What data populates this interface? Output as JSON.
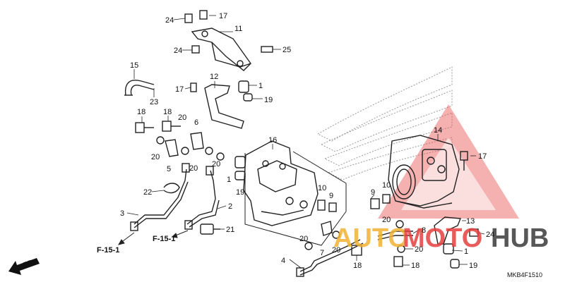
{
  "diagram": {
    "callouts": [
      "24",
      "17",
      "11",
      "24",
      "25",
      "15",
      "23",
      "12",
      "17",
      "1",
      "19",
      "18",
      "18",
      "20",
      "6",
      "20",
      "5",
      "20",
      "20",
      "16",
      "1",
      "19",
      "22",
      "10",
      "9",
      "3",
      "2",
      "21",
      "14",
      "17",
      "9",
      "10",
      "20",
      "8",
      "13",
      "24",
      "20",
      "7",
      "20",
      "20",
      "1",
      "4",
      "18",
      "18",
      "19"
    ],
    "references": [
      "F-15-1",
      "F-15-1"
    ],
    "front_arrow_label": "FR.",
    "diagram_code": "MKB4F1510"
  },
  "watermark": {
    "brand_left": "AUTO",
    "brand_mid": "MOTO",
    "brand_right": "HUB",
    "colors": {
      "left": "#f2b233",
      "mid": "#e4413f",
      "right": "#3a3a3a",
      "triangle": "#e85050"
    }
  }
}
